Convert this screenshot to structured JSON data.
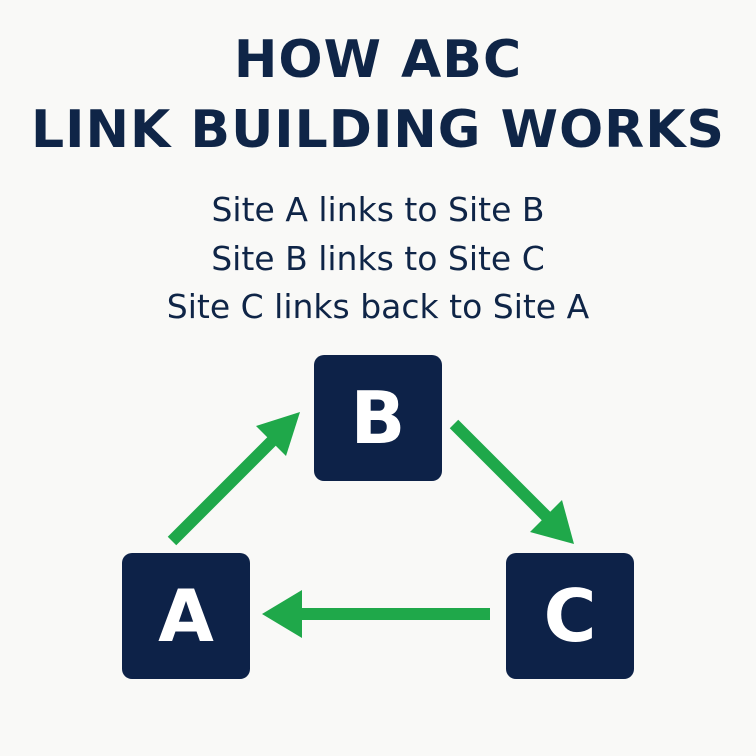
{
  "title": {
    "line1": "HOW ABC",
    "line2": "LINK BUILDING WORKS"
  },
  "description": {
    "line1": "Site A links to Site B",
    "line2": "Site B links to Site C",
    "line3": "Site C links back to Site A"
  },
  "nodes": {
    "a": "A",
    "b": "B",
    "c": "C"
  },
  "colors": {
    "navy": "#0d2248",
    "arrow_green": "#1fa84a",
    "background": "#f9f9f7"
  }
}
